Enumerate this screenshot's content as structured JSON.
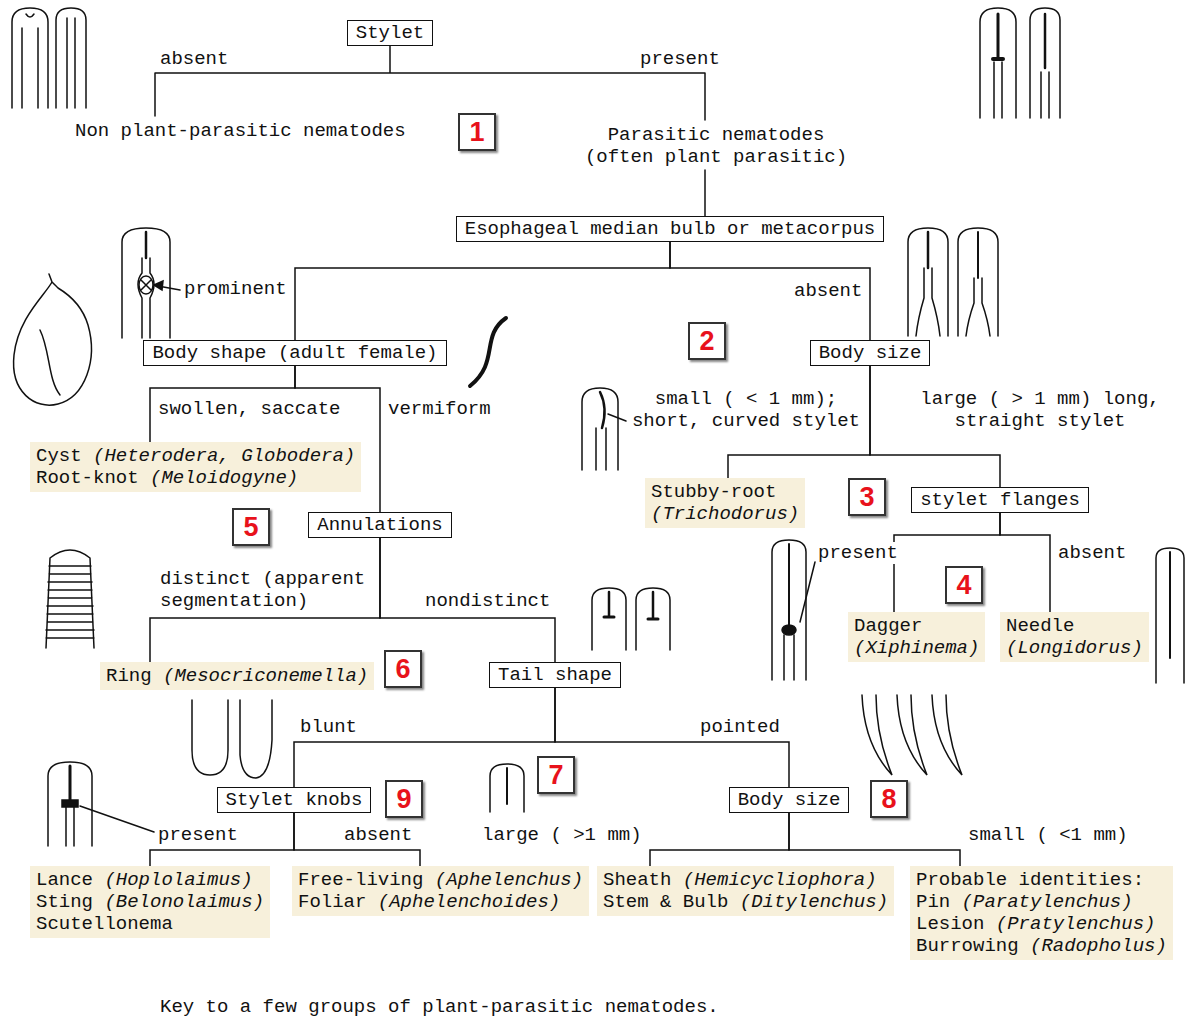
{
  "diagram": {
    "caption": "Key to a few groups of plant-parasitic nematodes.",
    "nodes": [
      {
        "text": [
          "Stylet"
        ]
      },
      {
        "text": [
          "1"
        ]
      },
      {
        "text": [
          "Esophageal median bulb or metacorpus"
        ]
      },
      {
        "text": [
          "2"
        ]
      },
      {
        "text": [
          "Body shape (adult female)"
        ]
      },
      {
        "text": [
          "Body size"
        ]
      },
      {
        "text": [
          "Cyst",
          "(Heterodera, Globodera)",
          "Root-knot",
          "(Meloidogyne)"
        ]
      },
      {
        "text": [
          "Stubby-root",
          "(Trichodorus)"
        ]
      },
      {
        "text": [
          "3"
        ]
      },
      {
        "text": [
          "stylet flanges"
        ]
      },
      {
        "text": [
          "5"
        ]
      },
      {
        "text": [
          "Annulations"
        ]
      },
      {
        "text": [
          "4"
        ]
      },
      {
        "text": [
          "Dagger",
          "(Xiphinema)"
        ]
      },
      {
        "text": [
          "Needle",
          "(Longidorus)"
        ]
      },
      {
        "text": [
          "Ring",
          "(Mesocriconemella)"
        ]
      },
      {
        "text": [
          "6"
        ]
      },
      {
        "text": [
          "Tail shape"
        ]
      },
      {
        "text": [
          "7"
        ]
      },
      {
        "text": [
          "Stylet knobs"
        ]
      },
      {
        "text": [
          "Body size"
        ]
      },
      {
        "text": [
          "9"
        ]
      },
      {
        "text": [
          "8"
        ]
      },
      {
        "text": [
          "Lance",
          "(Hoplolaimus)",
          "Sting",
          "(Belonolaimus)",
          "Scutellonema"
        ]
      },
      {
        "text": [
          "Free-living",
          "(Aphelenchus)",
          "Foliar",
          "(Aphelenchoides)"
        ]
      },
      {
        "text": [
          "Sheath",
          "(Hemicycliophora)",
          "Stem & Bulb",
          "(Ditylenchus)"
        ]
      },
      {
        "text": [
          "Probable identities:",
          "Pin",
          "(Paratylenchus)",
          "Lesion",
          "(Pratylenchus)",
          "Burrowing",
          "(Radopholus)"
        ]
      }
    ],
    "edges": [
      {
        "from": 2,
        "to": 4,
        "arrow": "none",
        "label": "prominent"
      },
      {
        "from": 2,
        "to": 5,
        "arrow": "none",
        "label": "absent"
      },
      {
        "from": 4,
        "to": 6,
        "arrow": "none",
        "label": "swollen, saccate"
      },
      {
        "from": 4,
        "to": 11,
        "arrow": "none",
        "label": "vermiform"
      },
      {
        "from": 5,
        "to": 7,
        "arrow": "none",
        "label": "small ( < 1 mm); short, curved stylet"
      },
      {
        "from": 5,
        "to": 9,
        "arrow": "none",
        "label": "large ( > 1 mm) long, straight stylet"
      },
      {
        "from": 11,
        "to": 15,
        "arrow": "none",
        "label": "distinct (apparent segmentation)"
      },
      {
        "from": 11,
        "to": 17,
        "arrow": "none",
        "label": "nondistinct"
      },
      {
        "from": 9,
        "to": 13,
        "arrow": "none",
        "label": "present"
      },
      {
        "from": 9,
        "to": 14,
        "arrow": "none",
        "label": "absent"
      },
      {
        "from": 17,
        "to": 19,
        "arrow": "none",
        "label": "blunt"
      },
      {
        "from": 17,
        "to": 20,
        "arrow": "none",
        "label": "pointed"
      },
      {
        "from": 19,
        "to": 23,
        "arrow": "none",
        "label": "present"
      },
      {
        "from": 19,
        "to": 24,
        "arrow": "none",
        "label": "absent"
      },
      {
        "from": 20,
        "to": 25,
        "arrow": "none",
        "label": "large ( >1 mm)"
      },
      {
        "from": 20,
        "to": 26,
        "arrow": "none",
        "label": "small ( <1 mm)"
      }
    ],
    "labels": [
      "absent",
      "Non plant-parasitic nematodes",
      "present",
      "Parasitic nematodes (often plant parasitic)"
    ]
  }
}
